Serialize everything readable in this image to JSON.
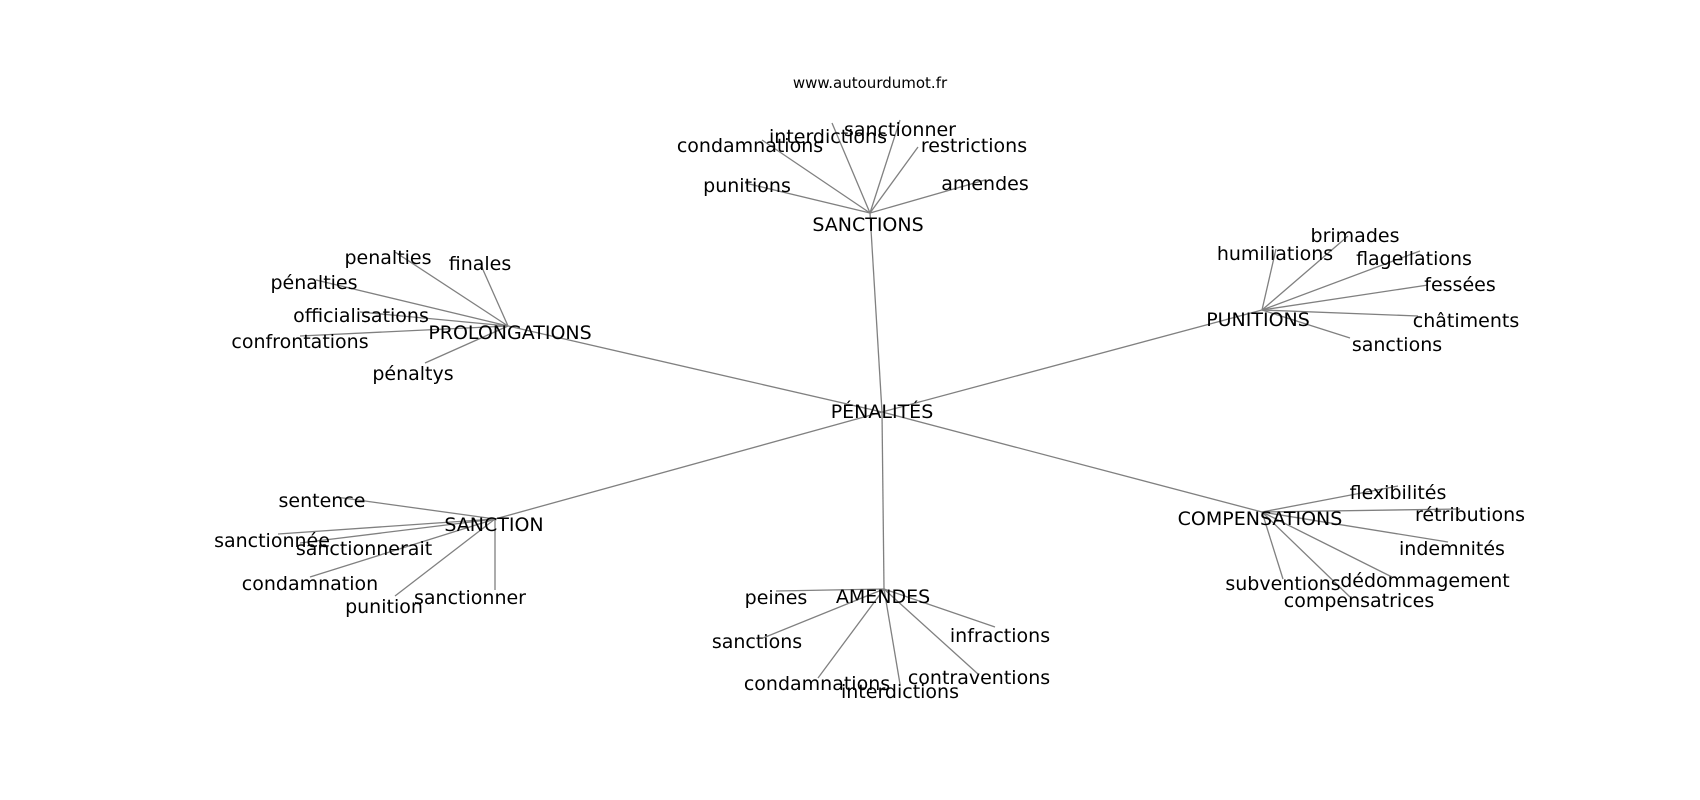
{
  "source": "www.autourdumot.fr",
  "colors": {
    "edge": "#808080",
    "text": "#000000",
    "background": "#ffffff"
  },
  "center": "PÉNALITÉS",
  "groups": [
    {
      "label": "SANCTIONS",
      "leaves": [
        "condamnations",
        "interdictions",
        "sanctionner",
        "restrictions",
        "punitions",
        "amendes"
      ]
    },
    {
      "label": "PROLONGATIONS",
      "leaves": [
        "penalties",
        "finales",
        "pénalties",
        "officialisations",
        "confrontations",
        "pénaltys"
      ]
    },
    {
      "label": "PUNITIONS",
      "leaves": [
        "brimades",
        "humiliations",
        "flagellations",
        "fessées",
        "châtiments",
        "sanctions"
      ]
    },
    {
      "label": "SANCTION",
      "leaves": [
        "sentence",
        "sanctionnée",
        "sanctionnerait",
        "condamnation",
        "punition",
        "sanctionner"
      ]
    },
    {
      "label": "AMENDES",
      "leaves": [
        "peines",
        "sanctions",
        "infractions",
        "condamnations",
        "interdictions",
        "contraventions"
      ]
    },
    {
      "label": "COMPENSATIONS",
      "leaves": [
        "flexibilités",
        "rétributions",
        "indemnités",
        "subventions",
        "dédommagement",
        "compensatrices"
      ]
    }
  ]
}
